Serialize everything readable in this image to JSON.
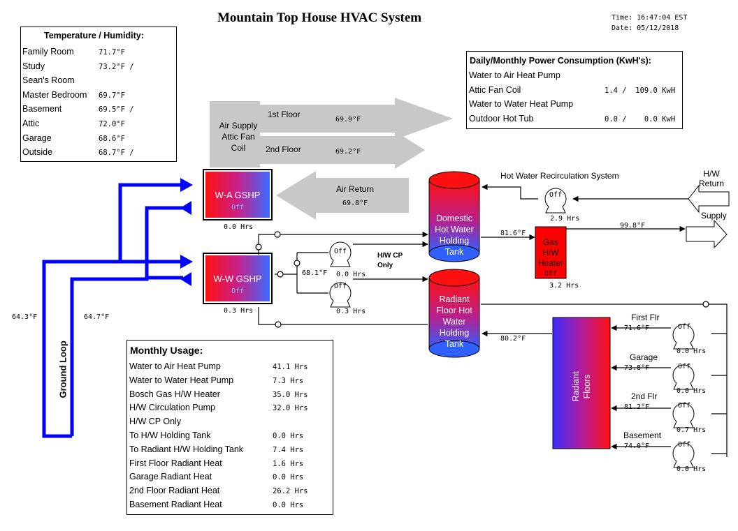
{
  "title": "Mountain Top House HVAC System",
  "clock": {
    "time": "Time: 16:47:04 EST",
    "date": "Date: 05/12/2018"
  },
  "temps": {
    "heading": "Temperature / Humidity:",
    "rows": [
      {
        "label": "Family Room",
        "value": "71.7°F"
      },
      {
        "label": "Study",
        "value": "73.2°F /"
      },
      {
        "label": "Sean's Room",
        "value": ""
      },
      {
        "label": "Master Bedroom",
        "value": "69.7°F"
      },
      {
        "label": "Basement",
        "value": "69.5°F /"
      },
      {
        "label": "Attic",
        "value": "72.0°F"
      },
      {
        "label": "Garage",
        "value": "68.6°F"
      },
      {
        "label": "Outside",
        "value": "68.7°F /"
      }
    ]
  },
  "power": {
    "heading": "Daily/Monthly Power Consumption (KwH's):",
    "rows": [
      {
        "label": "Water to Air Heat Pump",
        "value": ""
      },
      {
        "label": "Attic Fan Coil",
        "value": "1.4 /  109.0 KwH"
      },
      {
        "label": "Water to Water Heat Pump",
        "value": ""
      },
      {
        "label": "Outdoor Hot Tub",
        "value": "0.0 /    0.0 KwH"
      }
    ]
  },
  "airflow": {
    "supply_label": "Air Supply\nAttic Fan\nCoil",
    "floor1_label": "1st Floor",
    "floor1_temp": "69.9°F",
    "floor2_label": "2nd Floor",
    "floor2_temp": "69.2°F",
    "return_label": "Air Return",
    "return_temp": "69.8°F"
  },
  "wa_gshp": {
    "name": "W-A GSHP",
    "state": "Off",
    "hours": "0.0 Hrs"
  },
  "ww_gshp": {
    "name": "W-W GSHP",
    "state": "Off",
    "hours": "0.3 Hrs"
  },
  "ground_loop": {
    "label": "Ground Loop",
    "temp_left": "64.3°F",
    "temp_right": "64.7°F"
  },
  "ww_out_temp": "68.1°F",
  "pump_upper": {
    "state": "Off",
    "hours": "0.0 Hrs"
  },
  "pump_lower": {
    "state": "Off",
    "hours": "0.3 Hrs"
  },
  "hw_cp_only": "H/W CP\nOnly",
  "dhw_tank": {
    "label": "Domestic\nHot Water\nHolding\nTank",
    "out_temp": "81.6°F"
  },
  "radiant_tank": {
    "label": "Radiant\nFloor Hot\nWater\nHolding\nTank",
    "return_temp": "80.2°F"
  },
  "recirc": {
    "title": "Hot Water Recirculation System",
    "pump_state": "Off",
    "pump_hours": "2.9 Hrs",
    "hw_return": "H/W\nReturn",
    "supply": "Supply",
    "supply_temp": "99.8°F"
  },
  "gas_heater": {
    "label": "Gas\nH/W\nHeater",
    "state": "Off",
    "hours": "3.2 Hrs"
  },
  "radiant_floors": {
    "label": "Radiant\nFloors"
  },
  "zones": [
    {
      "name": "First Flr",
      "temp": "71.6°F",
      "state": "Off",
      "hours": "0.0 Hrs"
    },
    {
      "name": "Garage",
      "temp": "73.8°F",
      "state": "Off",
      "hours": "0.0 Hrs"
    },
    {
      "name": "2nd Flr",
      "temp": "81.2°F",
      "state": "Off",
      "hours": "0.7 Hrs"
    },
    {
      "name": "Basement",
      "temp": "74.0°F",
      "state": "Off",
      "hours": "0.0 Hrs"
    }
  ],
  "monthly": {
    "heading": "Monthly Usage:",
    "rows": [
      {
        "label": "Water to Air Heat Pump",
        "value": "41.1 Hrs"
      },
      {
        "label": "Water to Water Heat Pump",
        "value": "7.3 Hrs"
      },
      {
        "label": "Bosch Gas H/W Heater",
        "value": "35.0 Hrs"
      },
      {
        "label": "H/W Circulation Pump",
        "value": "32.0 Hrs"
      },
      {
        "label": "H/W CP Only",
        "value": ""
      },
      {
        "label": "To H/W Holding Tank",
        "value": "0.0 Hrs"
      },
      {
        "label": "To Radiant H/W Holding Tank",
        "value": "7.4 Hrs"
      },
      {
        "label": "First Floor Radiant Heat",
        "value": "1.6 Hrs"
      },
      {
        "label": "Garage Radiant Heat",
        "value": "0.0 Hrs"
      },
      {
        "label": "2nd Floor Radiant Heat",
        "value": "26.2 Hrs"
      },
      {
        "label": "Basement Radiant Heat",
        "value": "0.0 Hrs"
      }
    ]
  },
  "colors": {
    "loop_blue": "#0000ff",
    "hot_red": "#ff0000",
    "air_gray": "#c8c8c8"
  }
}
